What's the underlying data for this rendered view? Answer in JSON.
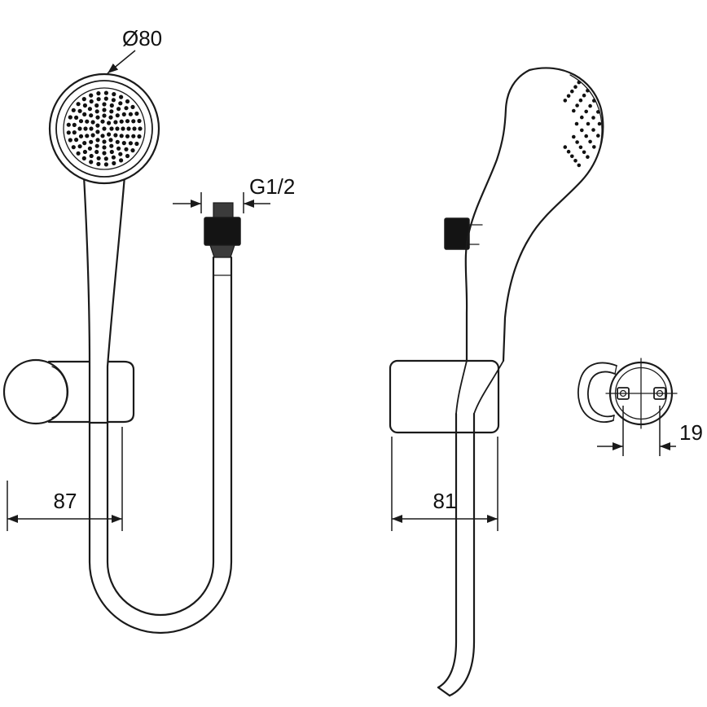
{
  "colors": {
    "line": "#1a1a1a",
    "background": "#ffffff",
    "fitting_fill": "#141414"
  },
  "labels": {
    "head_diameter": "Ø80",
    "thread_size": "G1/2",
    "front_width": "87",
    "side_width": "81",
    "clip_pitch": "19"
  }
}
